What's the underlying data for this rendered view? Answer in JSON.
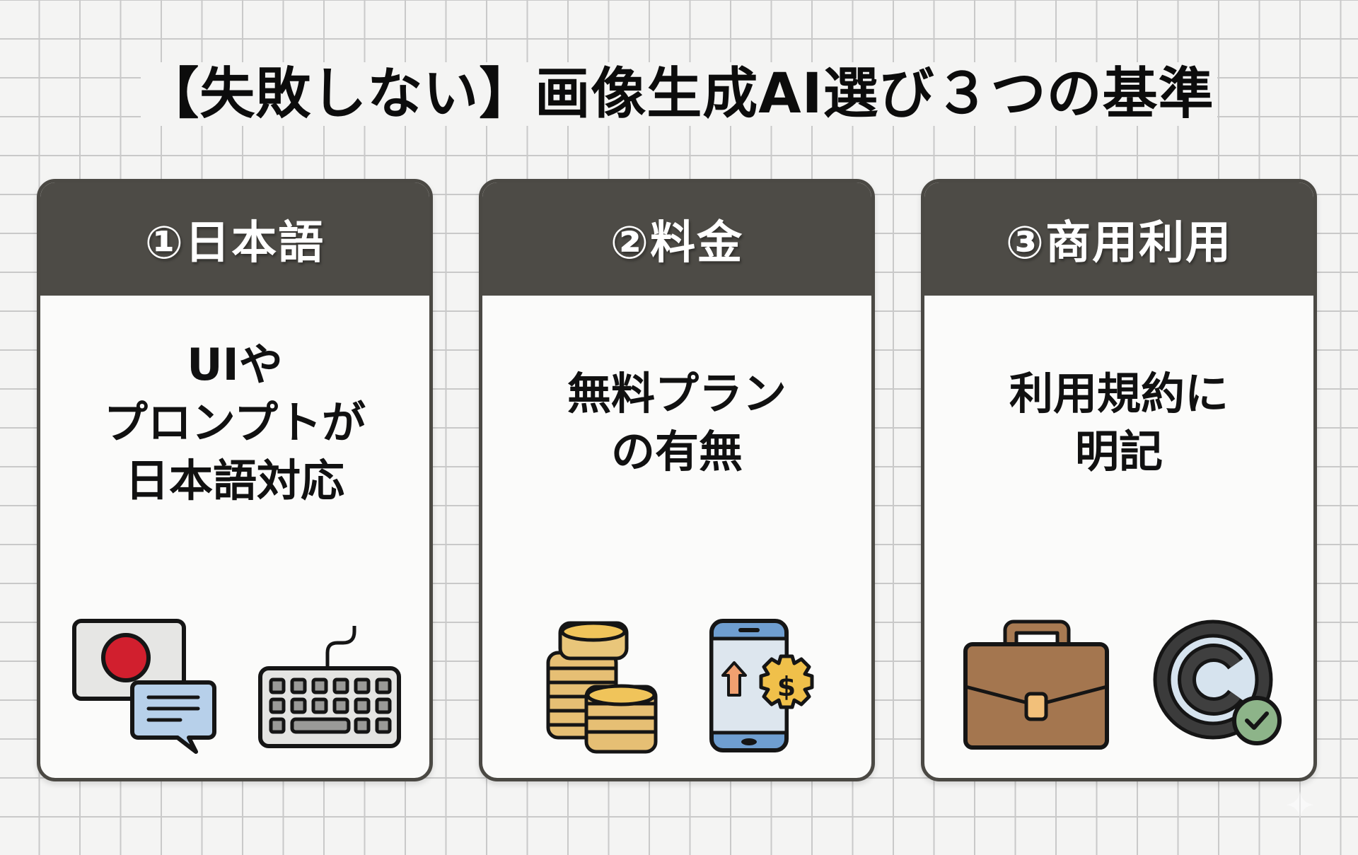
{
  "title": "【失敗しない】画像生成AI選び３つの基準",
  "colors": {
    "background": "#f4f4f3",
    "grid_line": "#c9c9c9",
    "card_header": "#4d4b46",
    "card_border": "#4b4944",
    "card_body": "#fbfbfa",
    "text": "#111111",
    "header_text": "#ffffff"
  },
  "cards": [
    {
      "header": "①日本語",
      "lines": [
        "UIや",
        "プロンプトが",
        "日本語対応"
      ],
      "icons": [
        "japan-flag-screen-icon",
        "speech-bubble-icon",
        "keyboard-icon"
      ]
    },
    {
      "header": "②料金",
      "lines": [
        "無料プラン",
        "の有無"
      ],
      "icons": [
        "coin-stacks-icon",
        "smartphone-upgrade-icon",
        "dollar-gear-icon"
      ]
    },
    {
      "header": "③商用利用",
      "lines": [
        "利用規約に",
        "明記"
      ],
      "icons": [
        "briefcase-icon",
        "copyright-icon",
        "check-badge-icon"
      ]
    }
  ]
}
